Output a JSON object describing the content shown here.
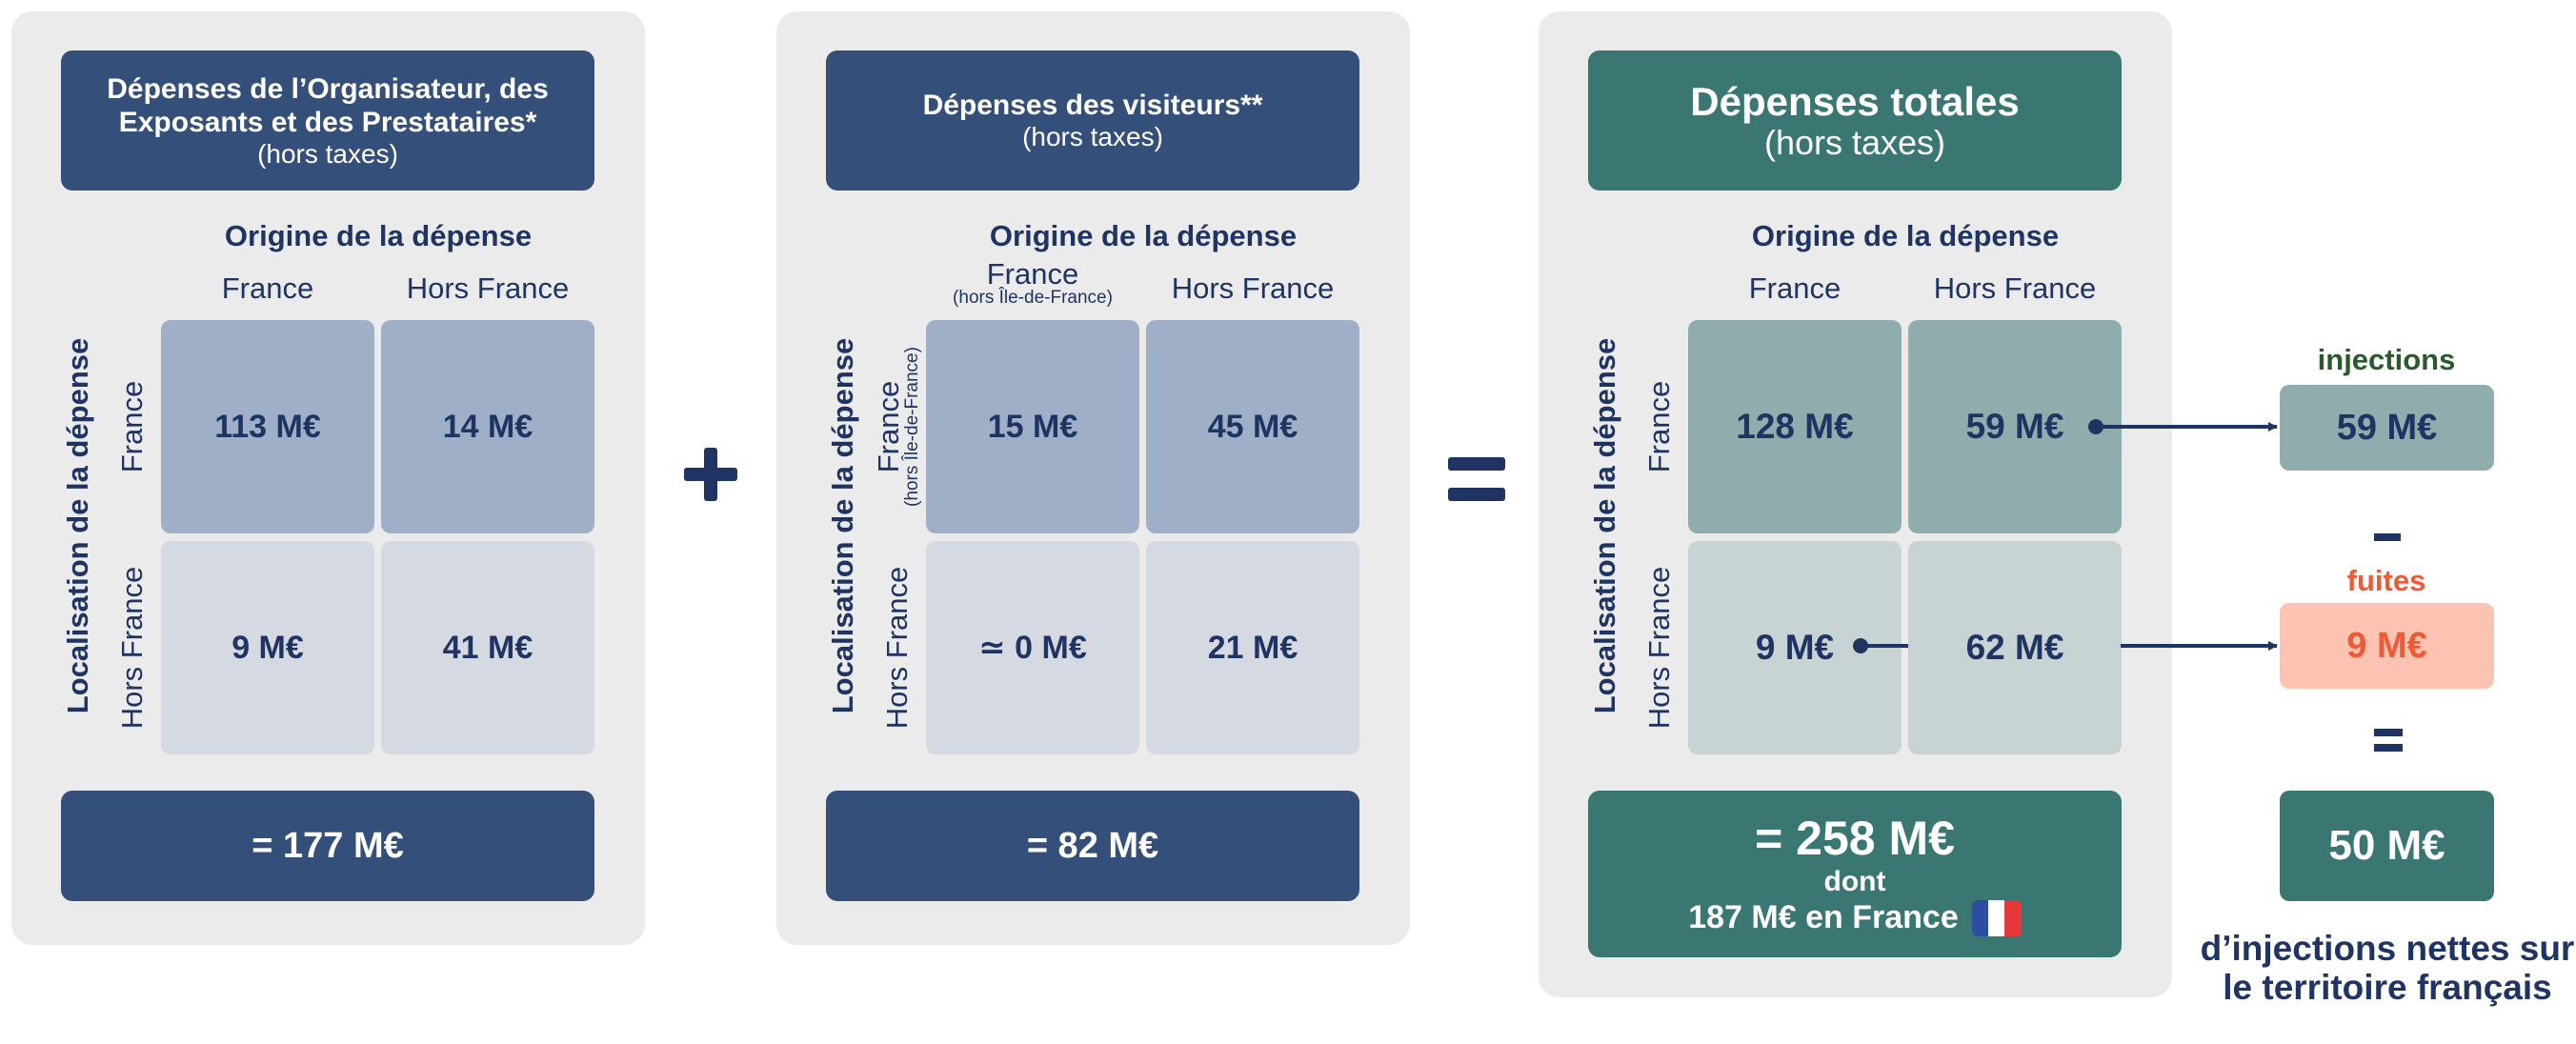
{
  "panels": [
    {
      "title": "Dépenses de l’Organisateur, des Exposants et des Prestataires*",
      "subtitle": "(hors taxes)",
      "origin_title": "Origine de la dépense",
      "col1": "France",
      "col2": "Hors France",
      "loc_title": "Localisation de la dépense",
      "row1": "France",
      "row2": "Hors France",
      "cells": [
        "113 M€",
        "14 M€",
        "9 M€",
        "41 M€"
      ],
      "total": "= 177 M€"
    },
    {
      "title": "Dépenses des visiteurs**",
      "subtitle": "(hors taxes)",
      "origin_title": "Origine de la dépense",
      "col1": "France",
      "col1_note": "(hors Île-de-France)",
      "col2": "Hors France",
      "loc_title": "Localisation de la dépense",
      "row1": "France",
      "row1_note": "(hors Île-de-France)",
      "row2": "Hors France",
      "cells": [
        "15 M€",
        "45 M€",
        "≃ 0 M€",
        "21 M€"
      ],
      "total": "= 82 M€"
    },
    {
      "title": "Dépenses totales",
      "subtitle": "(hors taxes)",
      "origin_title": "Origine de la dépense",
      "col1": "France",
      "col2": "Hors France",
      "loc_title": "Localisation de la dépense",
      "row1": "France",
      "row2": "Hors France",
      "cells": [
        "128 M€",
        "59 M€",
        "9 M€",
        "62 M€"
      ],
      "total": "= 258 M€",
      "total_dont": "dont",
      "total_france": "187 M€ en France"
    }
  ],
  "side": {
    "injections_label": "injections",
    "injections_value": "59 M€",
    "fuites_label": "fuites",
    "fuites_value": "9 M€",
    "net_value": "50 M€",
    "net_text": "d’injections nettes sur le territoire français"
  },
  "colors": {
    "navy": "#344f79",
    "teal": "#3a7773",
    "text": "#1f3463",
    "fuites": "#ee5a35",
    "injections": "#2a5a2a"
  }
}
